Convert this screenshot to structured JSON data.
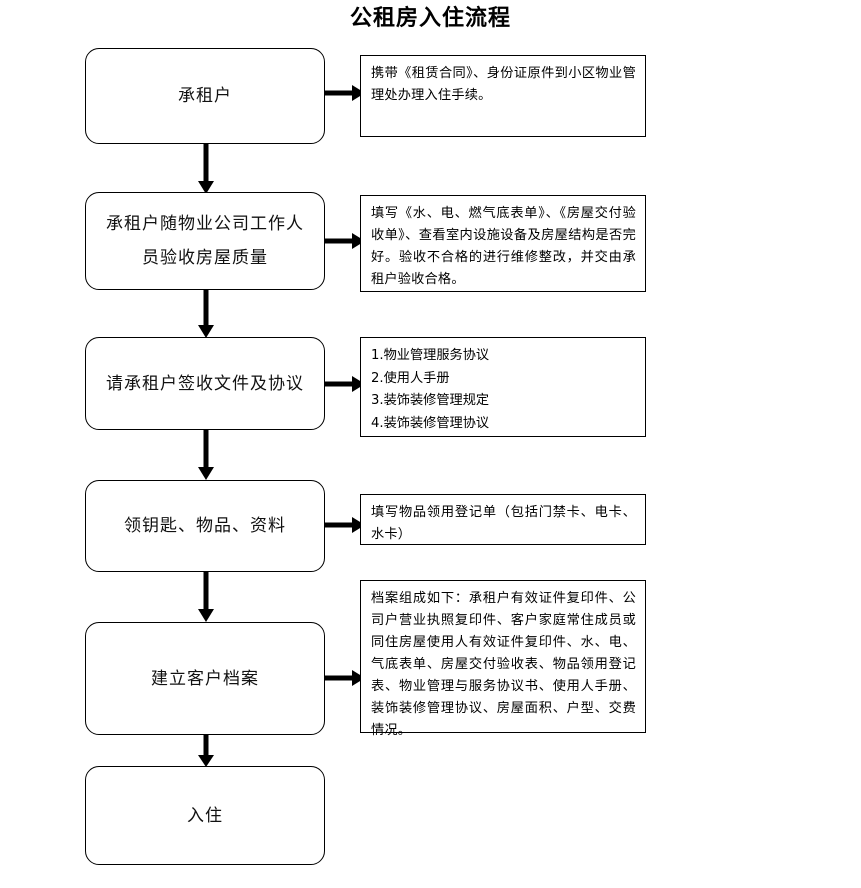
{
  "title": "公租房入住流程",
  "flow": {
    "steps": [
      {
        "id": "step-1",
        "label": "承租户",
        "detail": {
          "type": "paragraph",
          "text": "携带《租赁合同》、身份证原件到小区物业管理处办理入住手续。"
        }
      },
      {
        "id": "step-2",
        "label": "承租户随物业公司工作人\n员验收房屋质量",
        "detail": {
          "type": "paragraph",
          "text": "填写《水、电、燃气底表单》、《房屋交付验收单》、查看室内设施设备及房屋结构是否完好。验收不合格的进行维修整改，并交由承租户验收合格。"
        }
      },
      {
        "id": "step-3",
        "label": "请承租户签收文件及协议",
        "detail": {
          "type": "list",
          "items": [
            "1.物业管理服务协议",
            "2.使用人手册",
            "3.装饰装修管理规定",
            "4.装饰装修管理协议"
          ]
        }
      },
      {
        "id": "step-4",
        "label": "领钥匙、物品、资料",
        "detail": {
          "type": "paragraph",
          "text": "填写物品领用登记单（包括门禁卡、电卡、水卡）"
        }
      },
      {
        "id": "step-5",
        "label": "建立客户档案",
        "detail": {
          "type": "paragraph",
          "text": "档案组成如下：承租户有效证件复印件、公司户营业执照复印件、客户家庭常住成员或同住房屋使用人有效证件复印件、水、电、气底表单、房屋交付验收表、物品领用登记表、物业管理与服务协议书、使用人手册、装饰装修管理协议、房屋面积、户型、交费情况。"
        }
      },
      {
        "id": "step-6",
        "label": "入住",
        "detail": null
      }
    ],
    "colors": {
      "stroke": "#000000",
      "fill": "#ffffff",
      "text": "#000000"
    }
  }
}
